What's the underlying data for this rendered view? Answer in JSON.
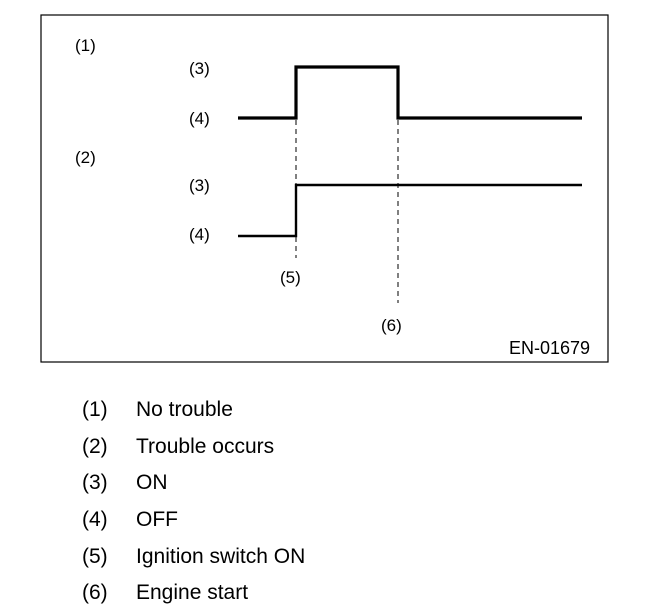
{
  "figure_code": "EN-01679",
  "diagram": {
    "panel_1": {
      "label": "(1)",
      "high_label": "(3)",
      "low_label": "(4)"
    },
    "panel_2": {
      "label": "(2)",
      "high_label": "(3)",
      "low_label": "(4)"
    },
    "marker_5": "(5)",
    "marker_6": "(6)"
  },
  "legend": [
    {
      "num": "(1)",
      "text": "No trouble"
    },
    {
      "num": "(2)",
      "text": "Trouble occurs"
    },
    {
      "num": "(3)",
      "text": "ON"
    },
    {
      "num": "(4)",
      "text": "OFF"
    },
    {
      "num": "(5)",
      "text": "Ignition switch ON"
    },
    {
      "num": "(6)",
      "text": "Engine start"
    }
  ]
}
